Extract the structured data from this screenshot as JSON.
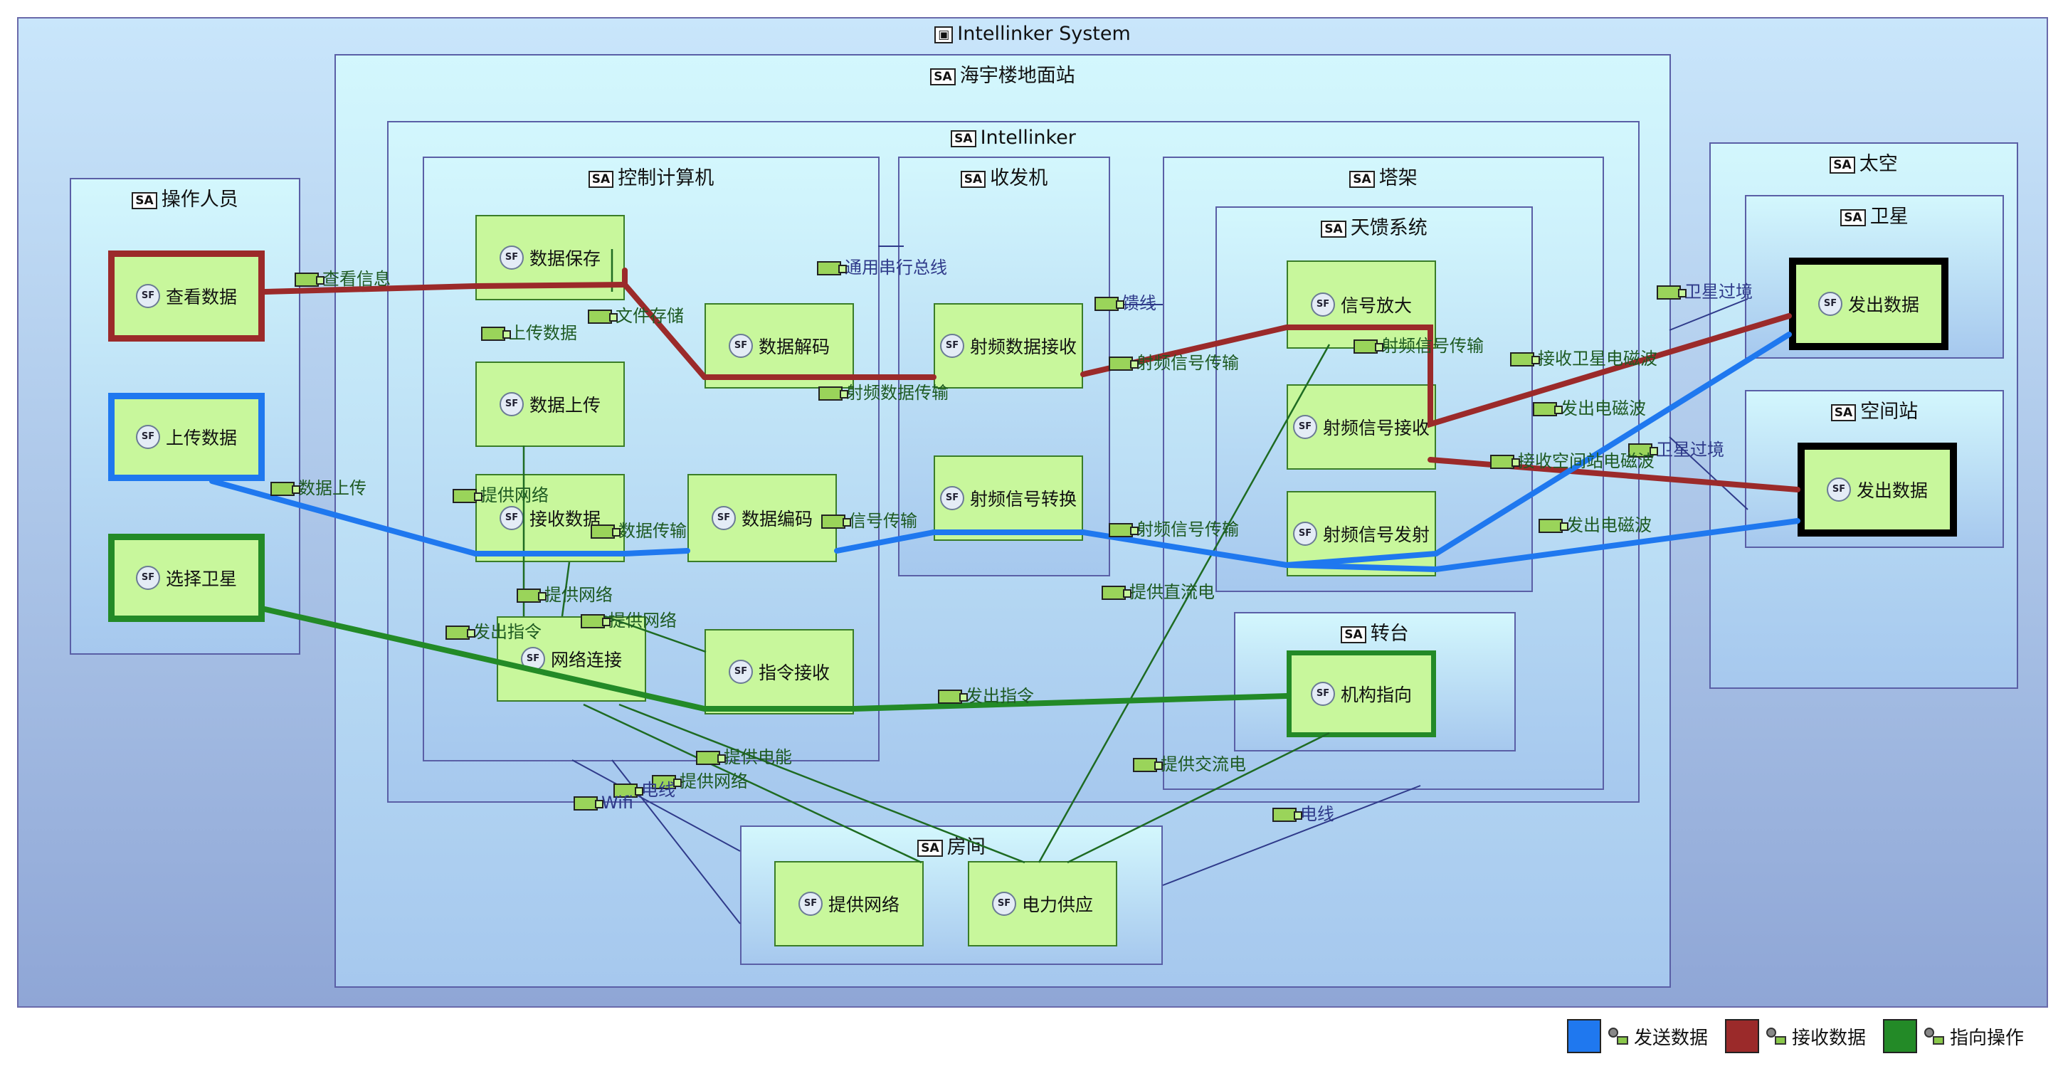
{
  "colors": {
    "send": "#1f78ef",
    "receive": "#9b2a2a",
    "direct": "#238a27"
  },
  "boxes": {
    "system": "Intellinker System",
    "station": "海宇楼地面站",
    "intellinker": "Intellinker",
    "ctrl": "控制计算机",
    "transceiver": "收发机",
    "tower": "塔架",
    "feed": "天馈系统",
    "turntable": "转台",
    "room": "房间",
    "operator": "操作人员",
    "space": "太空",
    "satellite": "卫星",
    "spacestation": "空间站"
  },
  "functions": {
    "view_data": "查看数据",
    "upload_data": "上传数据",
    "select_sat": "选择卫星",
    "data_save": "数据保存",
    "data_upload": "数据上传",
    "recv_data": "接收数据",
    "net_conn": "网络连接",
    "data_decode": "数据解码",
    "data_encode": "数据编码",
    "cmd_recv": "指令接收",
    "rf_data_recv": "射频数据接收",
    "rf_sig_conv": "射频信号转换",
    "sig_amp": "信号放大",
    "rf_sig_recv": "射频信号接收",
    "rf_sig_send": "射频信号发射",
    "mech_point": "机构指向",
    "sat_send": "发出数据",
    "ss_send": "发出数据",
    "provide_net": "提供网络",
    "power_supply": "电力供应"
  },
  "flows": {
    "view_info": "查看信息",
    "data_upload_flow": "数据上传",
    "send_cmd_op": "发出指令",
    "file_storage": "文件存储",
    "upload_data_flow": "上传数据",
    "serial_bus": "通用串行总线",
    "feeder": "馈线",
    "rf_sig_trans_1": "射频信号传输",
    "rf_data_trans": "射频数据传输",
    "rf_sig_trans_2": "射频信号传输",
    "rf_sig_trans_3": "射频信号传输",
    "provide_net_1": "提供网络",
    "data_trans": "数据传输",
    "sig_trans": "信号传输",
    "provide_net_2": "提供网络",
    "provide_net_3": "提供网络",
    "send_cmd_2": "发出指令",
    "dc_power": "提供直流电",
    "provide_power": "提供电能",
    "provide_net_4": "提供网络",
    "wire_1": "电线",
    "wifi": "Wifi",
    "ac_power": "提供交流电",
    "wire_2": "电线",
    "sat_transit_1": "卫星过境",
    "recv_sat_em": "接收卫星电磁波",
    "send_em_1": "发出电磁波",
    "sat_transit_2": "卫星过境",
    "recv_ss_em": "接收空间站电磁波",
    "send_em_2": "发出电磁波"
  },
  "legend": [
    {
      "label": "发送数据",
      "color": "#1f78ef"
    },
    {
      "label": "接收数据",
      "color": "#9b2a2a"
    },
    {
      "label": "指向操作",
      "color": "#238a27"
    }
  ]
}
